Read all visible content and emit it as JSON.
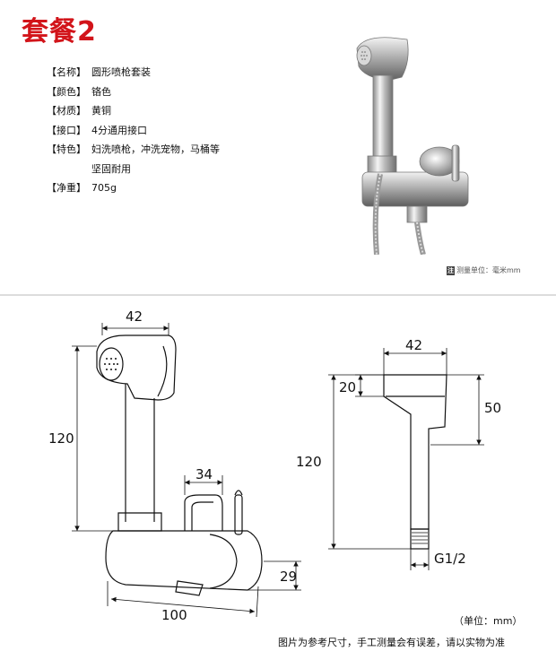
{
  "title": "套餐2",
  "specs": [
    {
      "key": "【名称】",
      "value": "圆形喷枪套装"
    },
    {
      "key": "【颜色】",
      "value": "铬色"
    },
    {
      "key": "【材质】",
      "value": "黄铜"
    },
    {
      "key": "【接口】",
      "value": "4分通用接口"
    },
    {
      "key": "【特色】",
      "value": "妇洗喷枪，冲洗宠物，马桶等"
    },
    {
      "key": "",
      "value": "坚固耐用"
    },
    {
      "key": "【净重】",
      "value": "705g"
    }
  ],
  "photo_note": {
    "tag": "注",
    "text": "测量单位：毫米mm"
  },
  "dimensions": {
    "left_width": "42",
    "left_height": "120",
    "bracket_width": "34",
    "valve_height": "29",
    "valve_length": "100",
    "right_width": "42",
    "right_top": "20",
    "right_head": "50",
    "right_height": "120",
    "thread": "G1/2"
  },
  "unit_label": "（单位：mm）",
  "disclaimer": "图片为参考尺寸，手工测量会有误差，请以实物为准",
  "colors": {
    "title": "#d2141a",
    "line": "#111111",
    "divider": "#dcdcdc"
  }
}
